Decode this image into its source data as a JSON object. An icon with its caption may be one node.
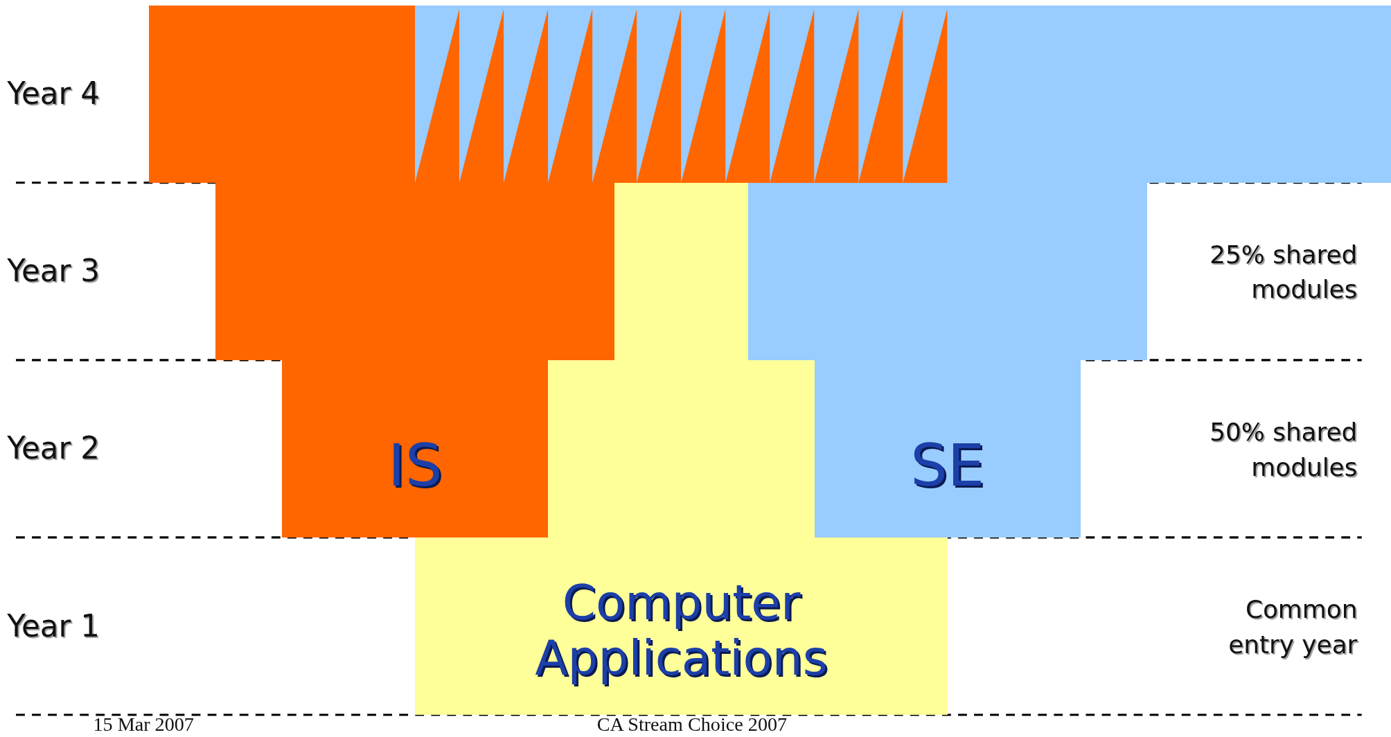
{
  "diagram": {
    "nodes": [
      {
        "text": [],
        "shape": "box"
      },
      {
        "text": [],
        "shape": "box"
      },
      {
        "text": [],
        "shape": "box"
      },
      {
        "text": [],
        "shape": "box"
      },
      {
        "text": [],
        "shape": "box"
      },
      {
        "text": [
          "IS"
        ]
      },
      {
        "text": [],
        "shape": "box"
      },
      {
        "text": [
          "SE"
        ]
      },
      {
        "text": [
          "Computer Applications"
        ]
      }
    ],
    "edges": [],
    "labels": [
      "Year 4",
      "Year 3",
      "25% shared modules",
      "Year 2",
      "50% shared modules",
      "Year 1",
      "Common entry year",
      "15 Mar 2007",
      "CA Stream Choice 2007"
    ]
  }
}
